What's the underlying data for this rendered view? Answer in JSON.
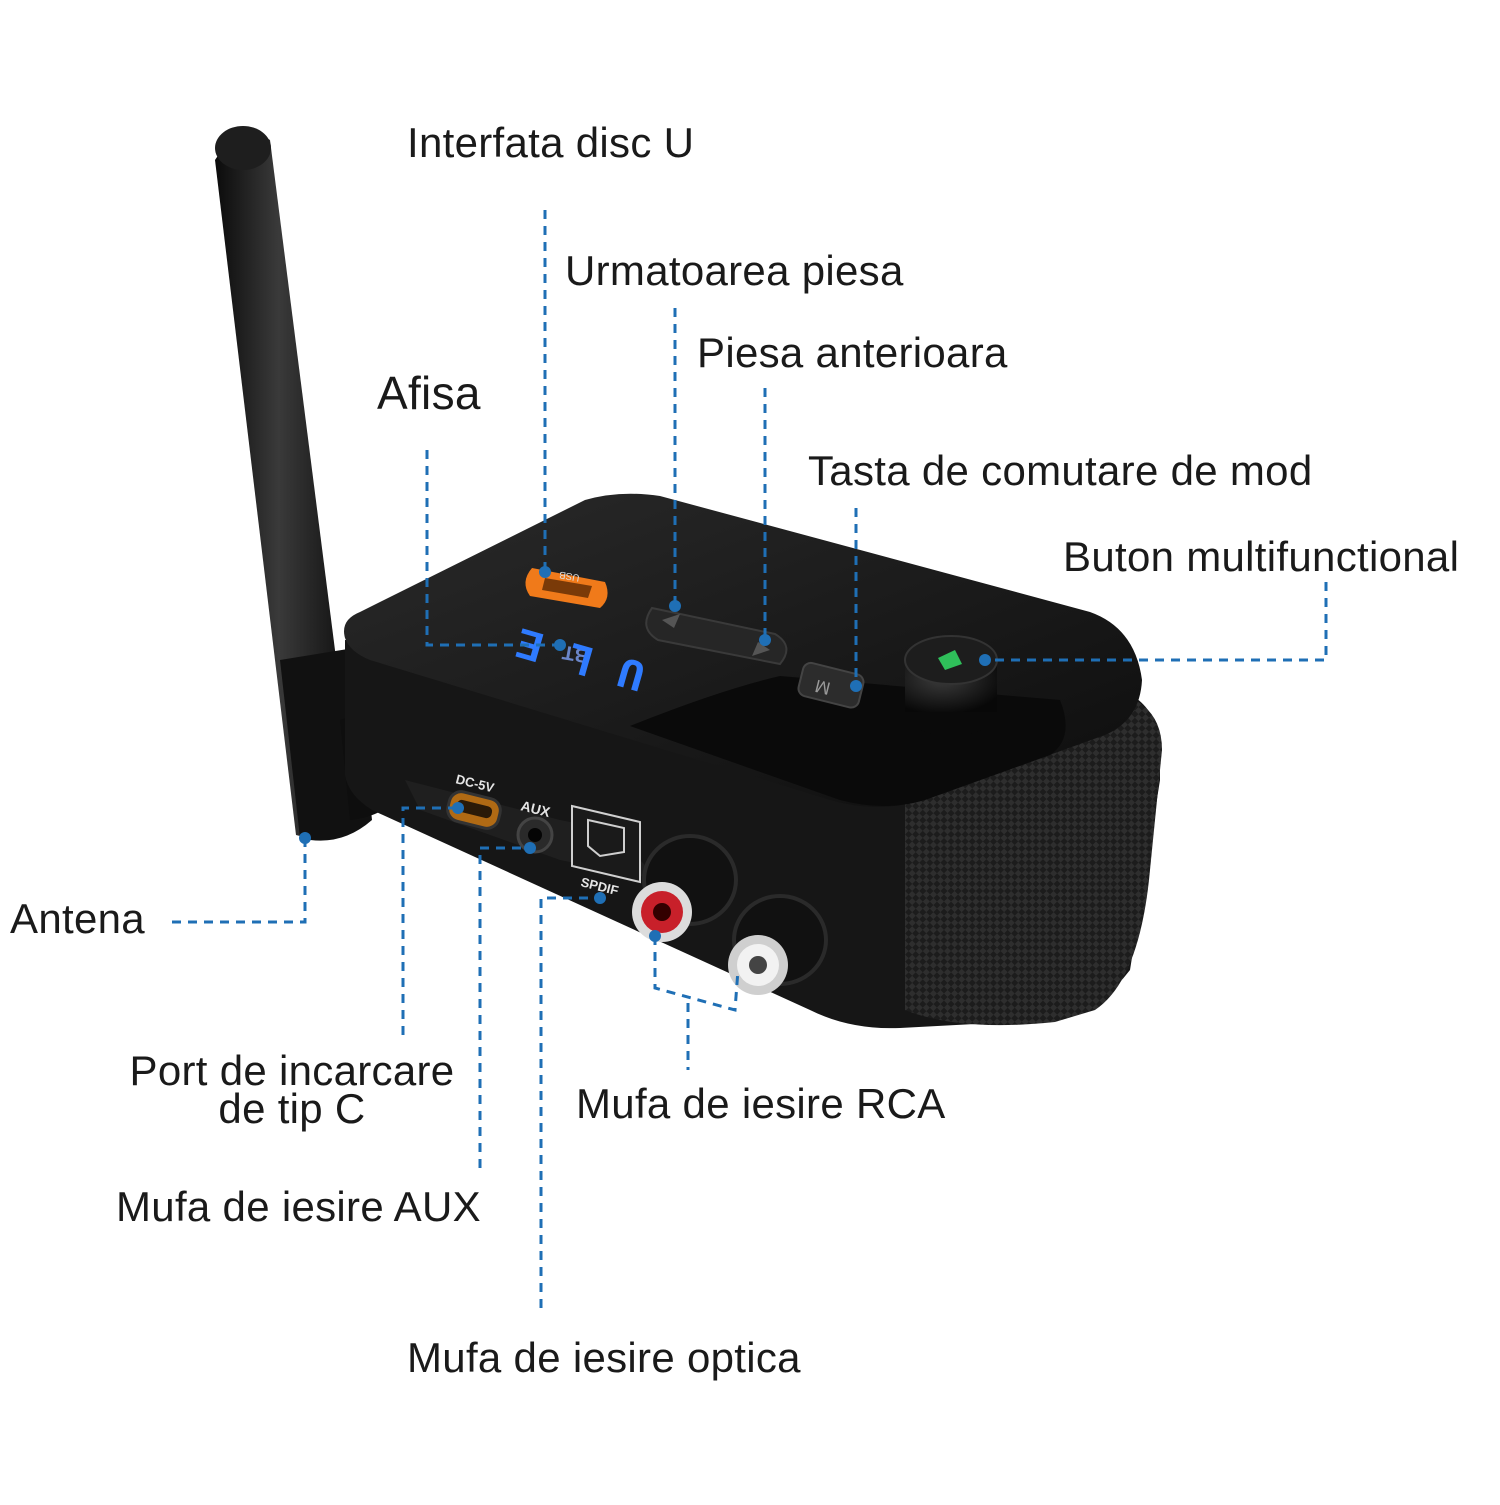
{
  "labels": {
    "interfata": "Interfata disc U",
    "urmatoarea": "Urmatoarea piesa",
    "anterioara": "Piesa anterioara",
    "afisa": "Afisa",
    "tasta": "Tasta de comutare de mod",
    "buton": "Buton multifunctional",
    "antena": "Antena",
    "port_line1": "Port de incarcare",
    "port_line2": "de tip C",
    "aux": "Mufa de iesire AUX",
    "rca": "Mufa de iesire RCA",
    "optica": "Mufa de iesire optica"
  },
  "device": {
    "usb_label": "USB",
    "brand_mark": "BT",
    "display_text": "U   L  E",
    "mode_key": "M",
    "dc_label": "DC-5V",
    "aux_label": "AUX",
    "spdif_label": "SPDIF"
  },
  "colors": {
    "leader_lines": "#1f6fb5",
    "device_body": "#141414",
    "display_digits": "#2f7bff",
    "usb_port": "#f07a1a",
    "rca_red": "#c8202a",
    "rca_white": "#e8e8e8"
  }
}
